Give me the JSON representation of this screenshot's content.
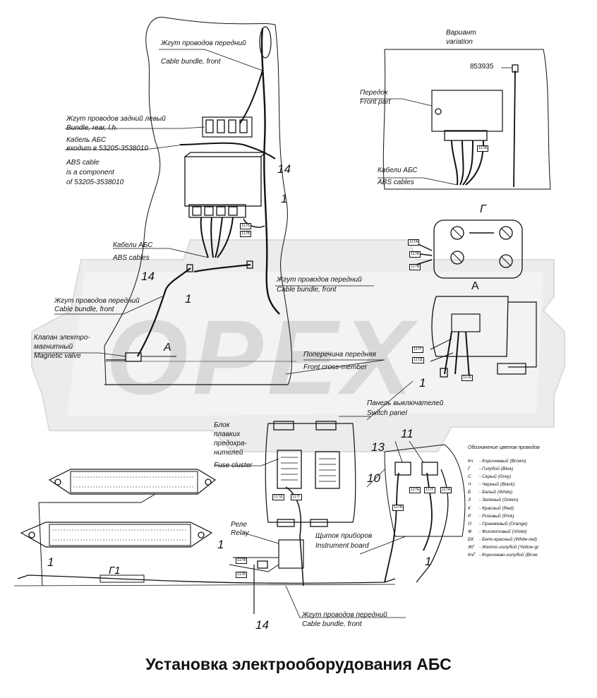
{
  "watermark": "OPEX",
  "labels": {
    "bundle_front_top_ru": "Жгут проводов передний",
    "bundle_front_top_en": "Cable bundle, front",
    "bundle_rear_lh_ru": "Жгут проводов задний левый",
    "bundle_rear_lh_en": "Bundle, rear, l.h.",
    "abs_cable_ru_1": "Кабель АБС",
    "abs_cable_ru_2": "входит в 53205-3538010",
    "abs_cable_en_1": "ABS cable",
    "abs_cable_en_2": "is a component",
    "abs_cable_en_3": "of 53205-3538010",
    "abs_cables_left_ru": "Кабели АБС",
    "abs_cables_left_en": "ABS cables",
    "bundle_front_left_ru": "Жгут проводов передний",
    "bundle_front_left_en": "Cable bundle, front",
    "bundle_front_mid_ru": "Жгут проводов передний",
    "bundle_front_mid_en": "Cable bundle, front",
    "valve_ru_1": "Клапан электро-",
    "valve_ru_2": "магнитный",
    "valve_en": "Magnetic valve",
    "crossmember_ru": "Поперечина передняя",
    "crossmember_en": "Front cross-member",
    "variant_ru": "Вариант",
    "variant_en": "variation",
    "part_853935": "853935",
    "front_part_ru": "Передок",
    "front_part_en": "Front part",
    "abs_cables_right_ru": "Кабели АБС",
    "abs_cables_right_en": "ABS cables",
    "view_g": "Г",
    "view_a_right": "А",
    "view_a_left": "А",
    "switch_panel_ru": "Панель выключателей",
    "switch_panel_en": "Switch panel",
    "fuse_ru_1": "Блок",
    "fuse_ru_2": "плавких",
    "fuse_ru_3": "предохра-",
    "fuse_ru_4": "нителей",
    "fuse_en": "Fuse cluster",
    "relay_ru": "Реле",
    "relay_en": "Relay",
    "instrument_ru": "Щиток приборов",
    "instrument_en": "Instrument board",
    "bundle_front_bottom_ru": "Жгут проводов передний",
    "bundle_front_bottom_en": "Cable bundle, front",
    "view_g1": "Г1"
  },
  "callouts": {
    "n14_top": "14",
    "n1_top": "1",
    "n14_left": "14",
    "n1_left": "1",
    "n1_right": "1",
    "n13": "13",
    "n11": "11",
    "n10": "10",
    "n1_bottom_left": "1",
    "n1_bottom_mid": "1",
    "n1_bottom_right": "1",
    "n14_bottom": "14"
  },
  "tags": {
    "t117a": "117А",
    "t117b": "117Б",
    "t117c": "117В",
    "t117g": "117Г",
    "t117d": "117Д",
    "t117e": "117Е"
  },
  "legend": {
    "title": "Обозначение цветов проводов",
    "rows": [
      {
        "code": "Кч",
        "text": "- Коричневый (Brown)"
      },
      {
        "code": "Г",
        "text": "- Голубой (Blue)"
      },
      {
        "code": "С",
        "text": "- Серый (Grey)"
      },
      {
        "code": "Ч",
        "text": "- Черный (Black)"
      },
      {
        "code": "Б",
        "text": "- Белый (White)"
      },
      {
        "code": "З",
        "text": "- Зеленый (Green)"
      },
      {
        "code": "К",
        "text": "- Красный (Red)"
      },
      {
        "code": "Р",
        "text": "- Розовый (Pink)"
      },
      {
        "code": "О",
        "text": "- Оранжевый (Orange)"
      },
      {
        "code": "Ф",
        "text": "- Фиолетовый (Violet)"
      },
      {
        "code": "БК",
        "text": "- Бело-красный (White-red)"
      },
      {
        "code": "ЖГ",
        "text": "- Желто-голубой (Yellow-gr"
      },
      {
        "code": "КчГ",
        "text": "- Коричнево-голубой (Brow"
      }
    ]
  },
  "caption": "Установка электрооборудования АБС"
}
